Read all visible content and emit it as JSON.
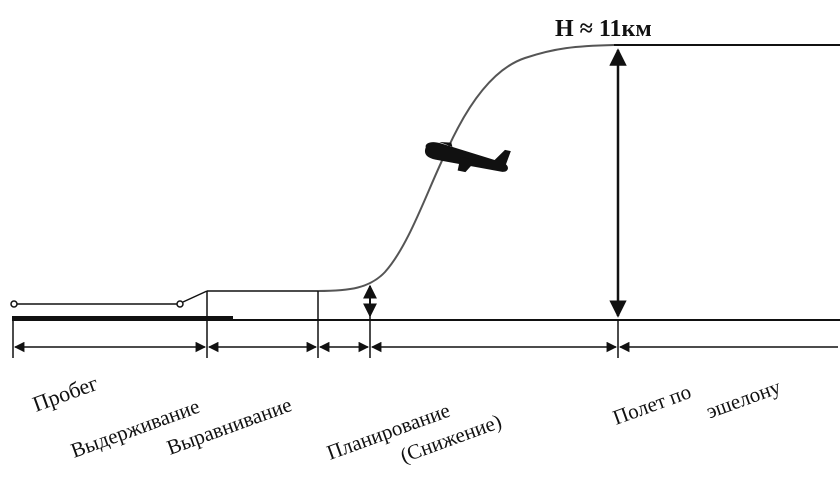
{
  "altitude_label": "H ≈ 11км",
  "phases": [
    {
      "id": "probeg",
      "lines": [
        "Пробег"
      ]
    },
    {
      "id": "vyderzhivanie",
      "lines": [
        "Выдерживание"
      ]
    },
    {
      "id": "vyravnivanie",
      "lines": [
        "Выравнивание"
      ]
    },
    {
      "id": "planirovanie",
      "lines": [
        "Планирование",
        "(Снижение)"
      ]
    },
    {
      "id": "polet",
      "lines": [
        "Полет по",
        "эшелону"
      ]
    }
  ],
  "colors": {
    "ink": "#111111",
    "curve": "#555555",
    "plane": "#111111"
  },
  "icons": {
    "aircraft": "airplane-icon"
  }
}
